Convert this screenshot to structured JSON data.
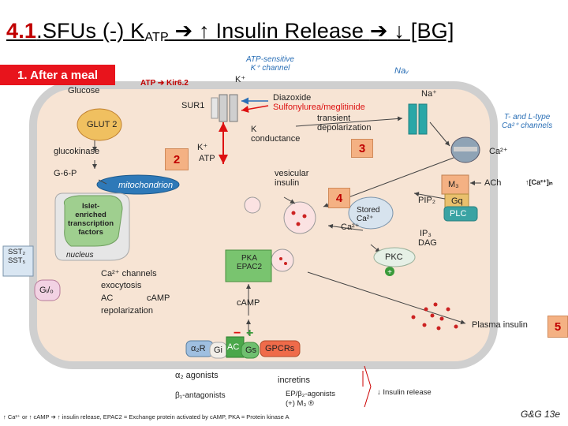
{
  "title": {
    "number": "4.1",
    "prefix": ".SFUs (-) K",
    "atp_sub": "ATP",
    "arrow1": "➔",
    "mid": " ↑ Insulin Release ",
    "arrow2": "➔",
    "end": " ↓ [BG]"
  },
  "banner": "1.  After a meal",
  "steps": {
    "s2": "2",
    "s3": "3",
    "s4": "4",
    "s5": "5"
  },
  "channel_labels": {
    "katp": "ATP-sensitive\nK⁺ channel",
    "nav": "Naᵥ",
    "ca_channels": "T- and L-type\nCa²⁺ channels"
  },
  "labels": {
    "atp_kir": "ATP ➔ Kir6.2",
    "kplus_top": "K⁺",
    "glucose": "Glucose",
    "sur1": "SUR1",
    "diazoxide": "Diazoxide",
    "sulfonyl": "Sulfonylurea/meglitinide",
    "transient": "transient\ndepolarization",
    "na_plus": "Na⁺",
    "k_conductance": "K\nconductance",
    "glut2": "GLUT 2",
    "glucokinase": "glucokinase",
    "kplus_atp": "K⁺",
    "atp": "ATP",
    "g6p": "G-6-P",
    "mitochondrion": "mitochondrion",
    "ca2_out": "Ca²⁺",
    "vesicular": "vesicular\ninsulin",
    "ach": "ACh",
    "ca_in": "↑[Ca²⁺]ᵢₙ",
    "m3": "M₃",
    "gq": "Gq",
    "pip2": "PIP₂",
    "plc": "PLC",
    "stored_ca": "Stored\nCa²⁺",
    "ca2_vesicle": "Ca²⁺",
    "ip3": "IP₃",
    "dag": "DAG",
    "islet": "Islet-\nenriched\ntranscription\nfactors",
    "nucleus": "nucleus",
    "pka": "PKA\nEPAC2",
    "pkc": "PKC",
    "sst": "SST₂\nSST₅",
    "gio": "Gᵢ/ₒ",
    "ca_channels_in": "Ca²⁺ channels",
    "exocytosis": "exocytosis",
    "ac_camp": "AC",
    "camp_out": "cAMP",
    "repolarization": "repolarization",
    "camp": "cAMP",
    "plasma_insulin": "Plasma insulin",
    "a2r": "α₂R",
    "gi": "Gi",
    "ac": "AC",
    "gs": "Gs",
    "gpcrs": "GPCRs",
    "minus": "−",
    "plus": "+",
    "a2_agonists": "α₂ agonists",
    "b1": "β₁-antagonists",
    "incretins": "incretins",
    "ep": "EP/β₂-agonists",
    "m3plus": "(+) M₃ ®",
    "insulin_release": "↓ Insulin release"
  },
  "footer": "↑ Ca²⁺ or ↑ cAMP ➔ ↑ insulin release, EPAC2 = Exchange protein activated by cAMP, PKA = Protein kinase A",
  "credit": "G&G 13e",
  "colors": {
    "cell_fill": "#f7e4d4",
    "membrane": "#d1d1d1",
    "accent_red": "#e8141c",
    "blue": "#2a6fb6"
  }
}
